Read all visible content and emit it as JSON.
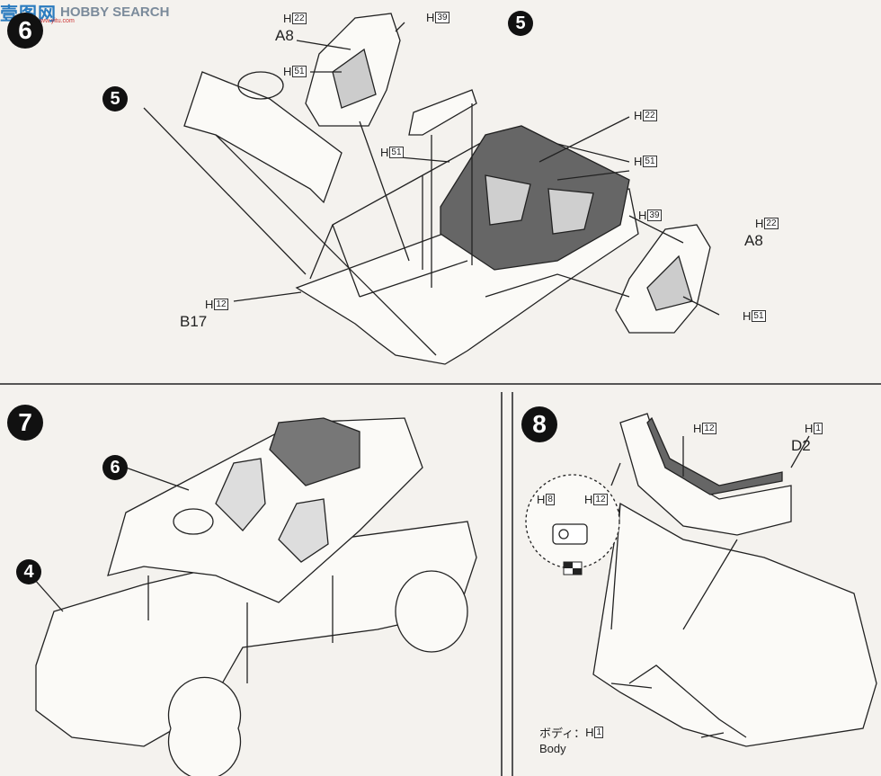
{
  "watermark": {
    "cn": "壹图网",
    "en": "HOBBY SEARCH",
    "url": "www.yitu.com"
  },
  "steps": {
    "s6": "6",
    "s7": "7",
    "s8": "8",
    "ref5a": "5",
    "ref5b": "5",
    "ref6": "6",
    "ref4": "4"
  },
  "labels": {
    "h22_top": "22",
    "h39_top": "39",
    "a8_top": "A8",
    "h51_top": "51",
    "h22_right": "22",
    "h51_mid": "51",
    "h51_right": "51",
    "h39_right": "39",
    "h22_far": "22",
    "a8_right": "A8",
    "h51_seat": "51",
    "h12_floor": "12",
    "b17": "B17",
    "h12_bumper": "12",
    "h1_bumper": "1",
    "d2": "D2",
    "h8_light": "8",
    "h12_light": "12",
    "body_jp": "ボディ：",
    "h1_body": "1",
    "body_en": "Body"
  },
  "prefix": "H",
  "colors": {
    "line": "#222222",
    "seat_dark": "#555555",
    "seat_fill": "#c8c8c8",
    "paper": "#f4f2ee"
  }
}
